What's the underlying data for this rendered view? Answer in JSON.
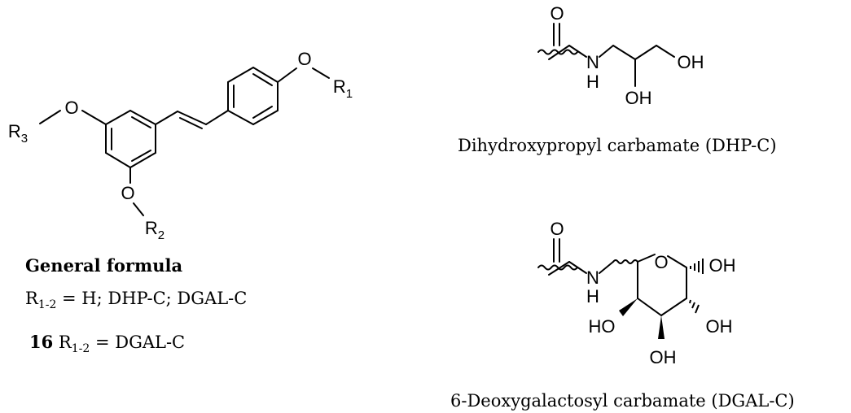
{
  "resveratrol": {
    "atom_o": "O",
    "atom_r": "R",
    "sub_1": "1",
    "sub_2": "2",
    "sub_3": "3"
  },
  "general": {
    "title": "General formula",
    "line1_r": "R",
    "line1_sub": "1-2",
    "line1_rest": " = H; DHP-C; DGAL-C",
    "line2_num": "16",
    "line2_r": " R",
    "line2_sub": "1-2",
    "line2_rest": " = DGAL-C"
  },
  "dhp": {
    "atom_o": "O",
    "atom_n": "N",
    "atom_h": "H",
    "oh1": "OH",
    "oh2": "OH",
    "caption": "Dihydroxypropyl carbamate (DHP-C)"
  },
  "dgal": {
    "atom_o": "O",
    "atom_n": "N",
    "atom_h": "H",
    "ring_o": "O",
    "oh_anomeric": "OH",
    "oh_c2": "OH",
    "oh_c3": "OH",
    "ho_c4": "HO",
    "caption": "6-Deoxygalactosyl carbamate (DGAL-C)"
  }
}
